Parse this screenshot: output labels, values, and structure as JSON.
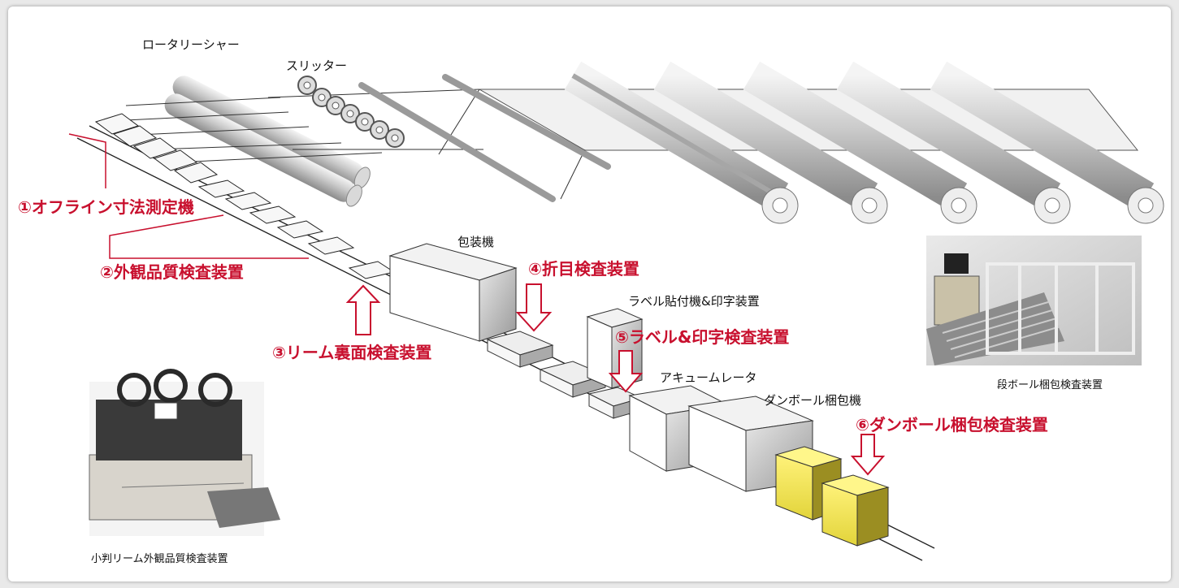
{
  "labels": {
    "rotary_shear": "ロータリーシャー",
    "slitter": "スリッター",
    "packaging_machine": "包装機",
    "label_machine": "ラベル貼付機&印字装置",
    "accumulator": "アキュームレータ",
    "cardboard_packer": "ダンボール梱包機"
  },
  "inspections": {
    "i1": "①オフライン寸法測定機",
    "i2": "②外観品質検査装置",
    "i3": "③リーム裏面検査装置",
    "i4": "④折目検査装置",
    "i5": "⑤ラベル&印字検査装置",
    "i6": "⑥ダンボール梱包検査装置"
  },
  "captions": {
    "small_ream": "小判リーム外観品質検査装置",
    "cardboard_inspection": "段ボール梱包検査装置"
  },
  "colors": {
    "accent_red": "#c8102e",
    "yellow_box": "#f2ea5a"
  }
}
